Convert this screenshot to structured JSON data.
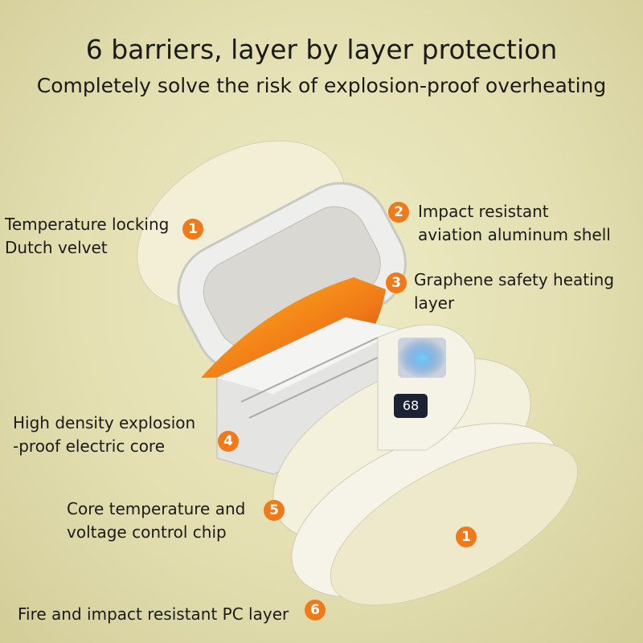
{
  "header": {
    "title": "6 barriers, layer by layer protection",
    "subtitle": "Completely solve the risk of explosion-proof overheating"
  },
  "callouts": [
    {
      "number": "1",
      "line1": "Temperature locking",
      "line2": "Dutch velvet"
    },
    {
      "number": "2",
      "line1": "Impact resistant",
      "line2": "aviation aluminum shell"
    },
    {
      "number": "3",
      "line1": "Graphene safety heating",
      "line2": "layer"
    },
    {
      "number": "4",
      "line1": "High density explosion",
      "line2": "-proof electric core"
    },
    {
      "number": "5",
      "line1": "Core temperature and",
      "line2": "voltage control chip"
    },
    {
      "number": "1",
      "line1": "",
      "line2": ""
    },
    {
      "number": "6",
      "line1": "Fire and impact resistant PC layer",
      "line2": ""
    }
  ],
  "display": {
    "value": "68"
  },
  "colors": {
    "badge": "#f07a1a",
    "background": "#e6e2b5",
    "heating_layer": "#e0621c"
  }
}
